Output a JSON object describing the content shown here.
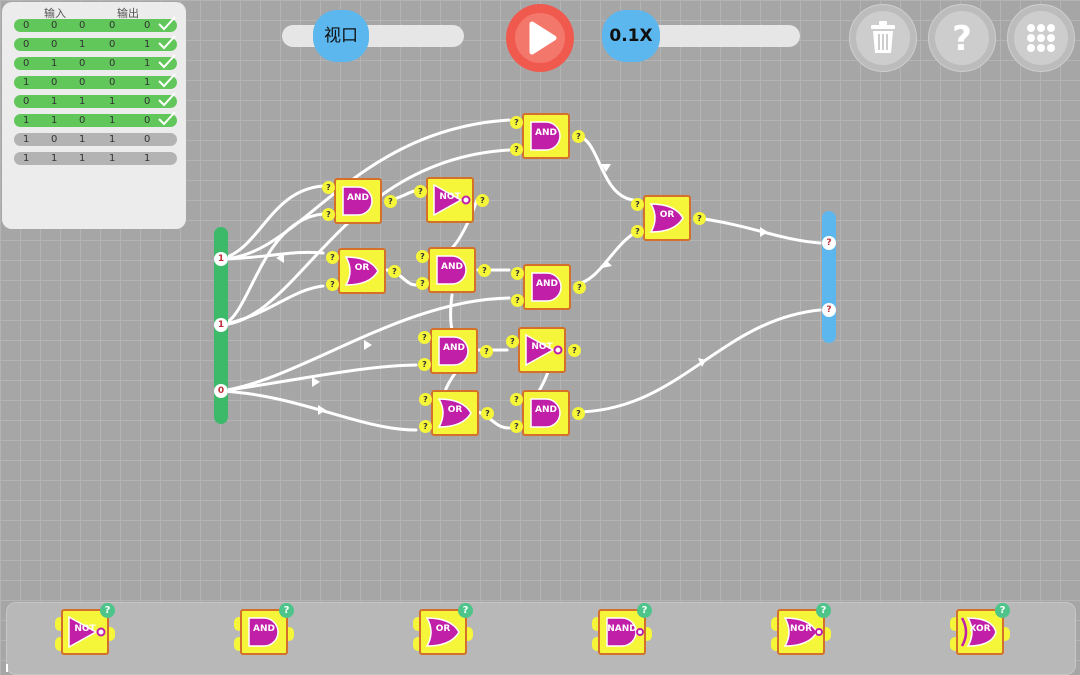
{
  "truth_table": {
    "header_input": "输入",
    "header_output": "输出",
    "rows": [
      {
        "cells": [
          "0",
          "0",
          "0",
          "0",
          "0"
        ],
        "status": "pass"
      },
      {
        "cells": [
          "0",
          "0",
          "1",
          "0",
          "1"
        ],
        "status": "pass"
      },
      {
        "cells": [
          "0",
          "1",
          "0",
          "0",
          "1"
        ],
        "status": "pass"
      },
      {
        "cells": [
          "1",
          "0",
          "0",
          "0",
          "1"
        ],
        "status": "pass"
      },
      {
        "cells": [
          "0",
          "1",
          "1",
          "1",
          "0"
        ],
        "status": "pass"
      },
      {
        "cells": [
          "1",
          "1",
          "0",
          "1",
          "0"
        ],
        "status": "pass"
      },
      {
        "cells": [
          "1",
          "0",
          "1",
          "1",
          "0"
        ],
        "status": "pending"
      },
      {
        "cells": [
          "1",
          "1",
          "1",
          "1",
          "1"
        ],
        "status": "pending"
      }
    ]
  },
  "controls": {
    "viewport_label": "视口",
    "speed_label": "0.1X"
  },
  "inputs": [
    "1",
    "1",
    "0"
  ],
  "outputs": [
    "?",
    "?"
  ],
  "port_placeholder": "?",
  "gates": [
    {
      "id": "and1",
      "type": "AND"
    },
    {
      "id": "not1",
      "type": "NOT"
    },
    {
      "id": "and2",
      "type": "AND"
    },
    {
      "id": "or1",
      "type": "OR"
    },
    {
      "id": "and3",
      "type": "AND"
    },
    {
      "id": "and4",
      "type": "AND"
    },
    {
      "id": "or2",
      "type": "OR"
    },
    {
      "id": "and5",
      "type": "AND"
    },
    {
      "id": "not2",
      "type": "NOT"
    },
    {
      "id": "or3",
      "type": "OR"
    },
    {
      "id": "and6",
      "type": "AND"
    }
  ],
  "palette": [
    {
      "type": "NOT",
      "help": "?"
    },
    {
      "type": "AND",
      "help": "?"
    },
    {
      "type": "OR",
      "help": "?"
    },
    {
      "type": "NAND",
      "help": "?"
    },
    {
      "type": "NOR",
      "help": "?"
    },
    {
      "type": "XOR",
      "help": "?"
    }
  ],
  "colors": {
    "gate_fill": "#f5f539",
    "gate_body": "#c21fa8",
    "input_bar": "#3cba6a",
    "output_bar": "#5bb7ee",
    "play": "#f05a4e",
    "pass_row": "#62c75b"
  }
}
